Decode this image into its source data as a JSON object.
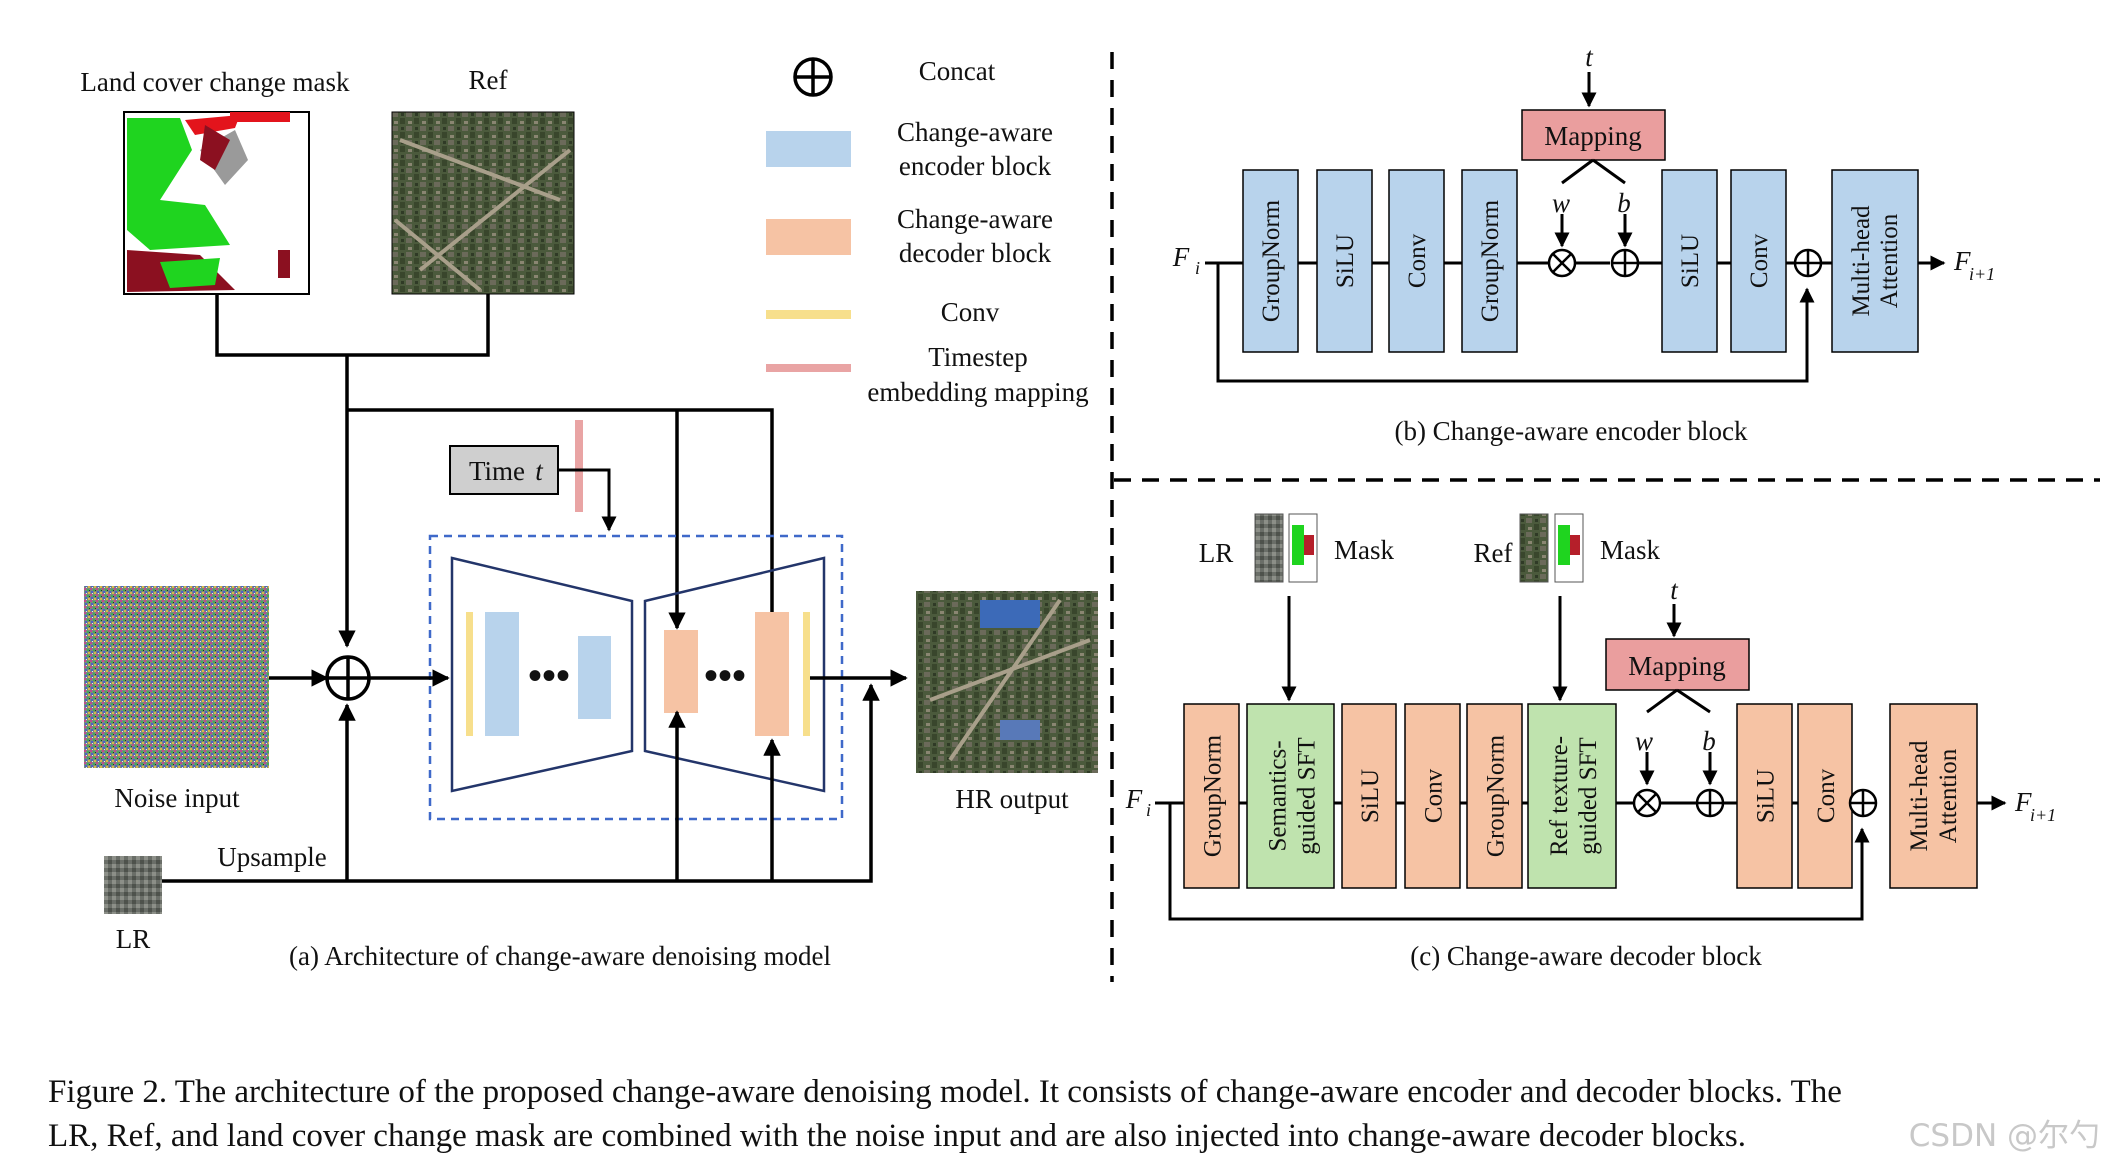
{
  "colors": {
    "encoder": "#b8d3ec",
    "decoder": "#f6c3a4",
    "conv": "#f7df8c",
    "timestep": "#e9a4a4",
    "mapping": "#ea9e9e",
    "sft": "#bfe3ae",
    "time_box": "#cfcfcf"
  },
  "legend": {
    "concat": "Concat",
    "encoder_1": "Change-aware",
    "encoder_2": "encoder block",
    "decoder_1": "Change-aware",
    "decoder_2": "decoder block",
    "conv": "Conv",
    "timestep_1": "Timestep",
    "timestep_2": "embedding mapping"
  },
  "panel_a": {
    "mask_label": "Land cover change mask",
    "ref_label": "Ref",
    "time_label": "Time",
    "time_var": "t",
    "ellipsis": "•••",
    "noise_label": "Noise input",
    "hr_label": "HR output",
    "upsample_label": "Upsample",
    "lr_label": "LR",
    "caption": "(a) Architecture of change-aware denoising model"
  },
  "panel_b": {
    "t_label": "t",
    "mapping": "Mapping",
    "w": "w",
    "b": "b",
    "in_main": "F",
    "in_sub": "i",
    "out_main": "F",
    "out_sub": "i+1",
    "blocks": [
      "GroupNorm",
      "SiLU",
      "Conv",
      "GroupNorm",
      "SiLU",
      "Conv"
    ],
    "attn_1": "Multi-head",
    "attn_2": "Attention",
    "caption": "(b) Change-aware encoder block"
  },
  "panel_c": {
    "lr_label": "LR",
    "mask_label_1": "Mask",
    "ref_label": "Ref",
    "mask_label_2": "Mask",
    "t_label": "t",
    "mapping": "Mapping",
    "w": "w",
    "b": "b",
    "in_main": "F",
    "in_sub": "i",
    "out_main": "F",
    "out_sub": "i+1",
    "groupnorm_1": "GroupNorm",
    "sft1_1": "Semantics-",
    "sft1_2": "guided SFT",
    "silu_1": "SiLU",
    "conv_1": "Conv",
    "groupnorm_2": "GroupNorm",
    "sft2_1": "Ref texture-",
    "sft2_2": "guided SFT",
    "silu_2": "SiLU",
    "conv_2": "Conv",
    "attn_1": "Multi-head",
    "attn_2": "Attention",
    "caption": "(c) Change-aware decoder block"
  },
  "figure_caption": {
    "line1": "Figure 2. The architecture of the proposed change-aware denoising model. It consists of change-aware encoder and decoder blocks. The",
    "line2": "LR, Ref, and land cover change mask are combined with the noise input and are also injected into change-aware decoder blocks."
  },
  "watermark": "CSDN @尔勺"
}
